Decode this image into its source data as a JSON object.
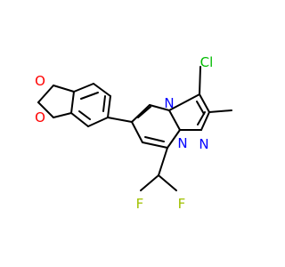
{
  "molecule": {
    "atoms": [
      {
        "symbol": "O",
        "color": "#ff0000"
      },
      {
        "symbol": "O",
        "color": "#ff0000"
      },
      {
        "symbol": "N",
        "color": "#0000ff"
      },
      {
        "symbol": "N",
        "color": "#0000ff"
      },
      {
        "symbol": "N",
        "color": "#0000ff"
      },
      {
        "symbol": "Cl",
        "color": "#00bb00"
      },
      {
        "symbol": "F",
        "color": "#a0c000"
      },
      {
        "symbol": "F",
        "color": "#a0c000"
      }
    ],
    "bond_color": "#000000"
  }
}
